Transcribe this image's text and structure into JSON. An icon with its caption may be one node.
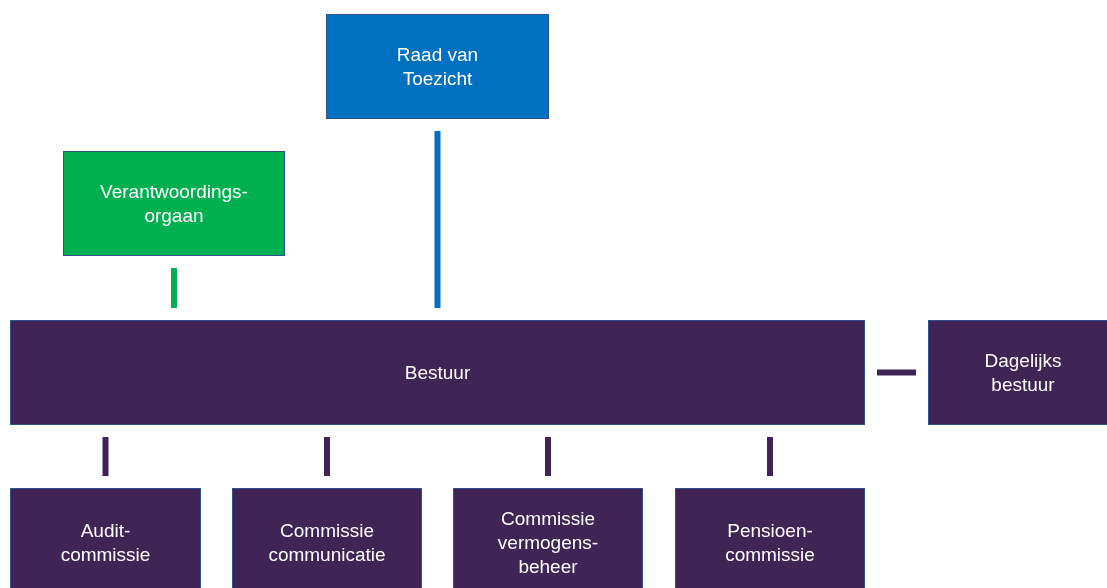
{
  "diagram": {
    "nodes": [
      {
        "text": [
          "Raad van Toezicht"
        ]
      },
      {
        "text": [
          "Verantwoordings- orgaan"
        ]
      },
      {
        "text": [
          "Bestuur"
        ]
      },
      {
        "text": [
          "Dagelijks bestuur"
        ]
      },
      {
        "text": [
          "Audit- commissie"
        ]
      },
      {
        "text": [
          "Commissie communicatie"
        ]
      },
      {
        "text": [
          "Commissie vermogens- beheer"
        ]
      },
      {
        "text": [
          "Pensioen- commissie"
        ]
      }
    ],
    "edges": [
      {
        "from": 0,
        "to": 2,
        "arrow": "none",
        "color": "#0070c0"
      },
      {
        "from": 1,
        "to": 2,
        "arrow": "none",
        "color": "#00b050"
      },
      {
        "from": 2,
        "to": 3,
        "arrow": "none"
      },
      {
        "from": 2,
        "to": 4,
        "arrow": "none"
      },
      {
        "from": 2,
        "to": 5,
        "arrow": "none"
      },
      {
        "from": 2,
        "to": 6,
        "arrow": "none"
      },
      {
        "from": 2,
        "to": 7,
        "arrow": "none"
      }
    ]
  }
}
